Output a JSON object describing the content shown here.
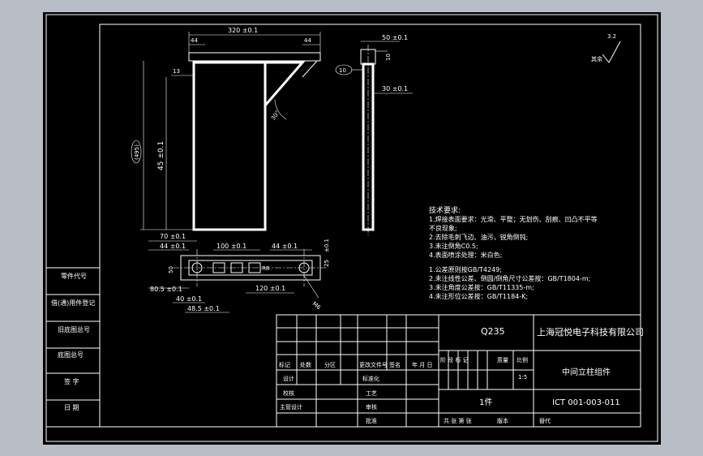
{
  "dims": {
    "top_width": "320 ±0.1",
    "left_tab": "44",
    "right_tab": "44",
    "top_thick": "13",
    "height_main": "45 ±0.1",
    "height_total": "(495)",
    "angle": "30°",
    "side_top": "50 ±0.1",
    "side_small": "10",
    "side_ring": "10",
    "side_mid": "30 ±0.1",
    "b_70": "70 ±0.1",
    "b_44a": "44 ±0.1",
    "b_100": "100 ±0.1",
    "b_44b": "44 ±0.1",
    "b_side1": "±0.1",
    "b_side2": "25",
    "b_50": "50",
    "b_80": "80.5 ±0.1",
    "b_40": "40 ±0.1",
    "b_48": "48.5 ±0.1",
    "b_120": "120 ±0.1",
    "b_r": "R8",
    "b_weld": "M6"
  },
  "roughness": {
    "value": "3.2",
    "note": "其余"
  },
  "tech": {
    "heading": "技术要求:",
    "lines": [
      "1.焊接表面要求：光滑、平整；无划伤、刮痕、凹凸不平等",
      "   不良现象;",
      "2.去除毛刺飞边、油污，锐角倒钝;",
      "3.未注倒角C0.5;",
      "4.表面喷涂处理：米白色;",
      "",
      "1.公差原则按GB/T4249;",
      "2.未注线性公差、倒圆/倒角尺寸公差按：GB/T1804-m;",
      "3.未注角度公差按：GB/T11335-m;",
      "4.未注形位公差按：GB/T1184-K;"
    ]
  },
  "side_table": {
    "rows": [
      "零件代号",
      "借(通)用件登记",
      "旧底图总号",
      "底图总号",
      "签  字",
      "日  期"
    ]
  },
  "title_block": {
    "material": "Q235",
    "company": "上海冠悦电子科技有限公司",
    "part_name": "中间立柱组件",
    "qty": "1件",
    "drawing_no": "ICT 001-003-011",
    "scale": "1:5",
    "h_mark": "标记",
    "h_count": "处数",
    "h_zone": "分区",
    "h_doc": "更改文件号",
    "h_sign": "签名",
    "h_date": "年 月 日",
    "h_stage": "阶 段 标 记",
    "h_weight": "质量",
    "h_scale": "比例",
    "r_design": "设计",
    "r_std": "标准化",
    "r_check": "校核",
    "r_process": "工艺",
    "r_chief": "主管设计",
    "r_review": "审核",
    "r_approve": "批准",
    "sheet_info": "共  张  第  张",
    "version": "版本",
    "replace": "替代"
  }
}
